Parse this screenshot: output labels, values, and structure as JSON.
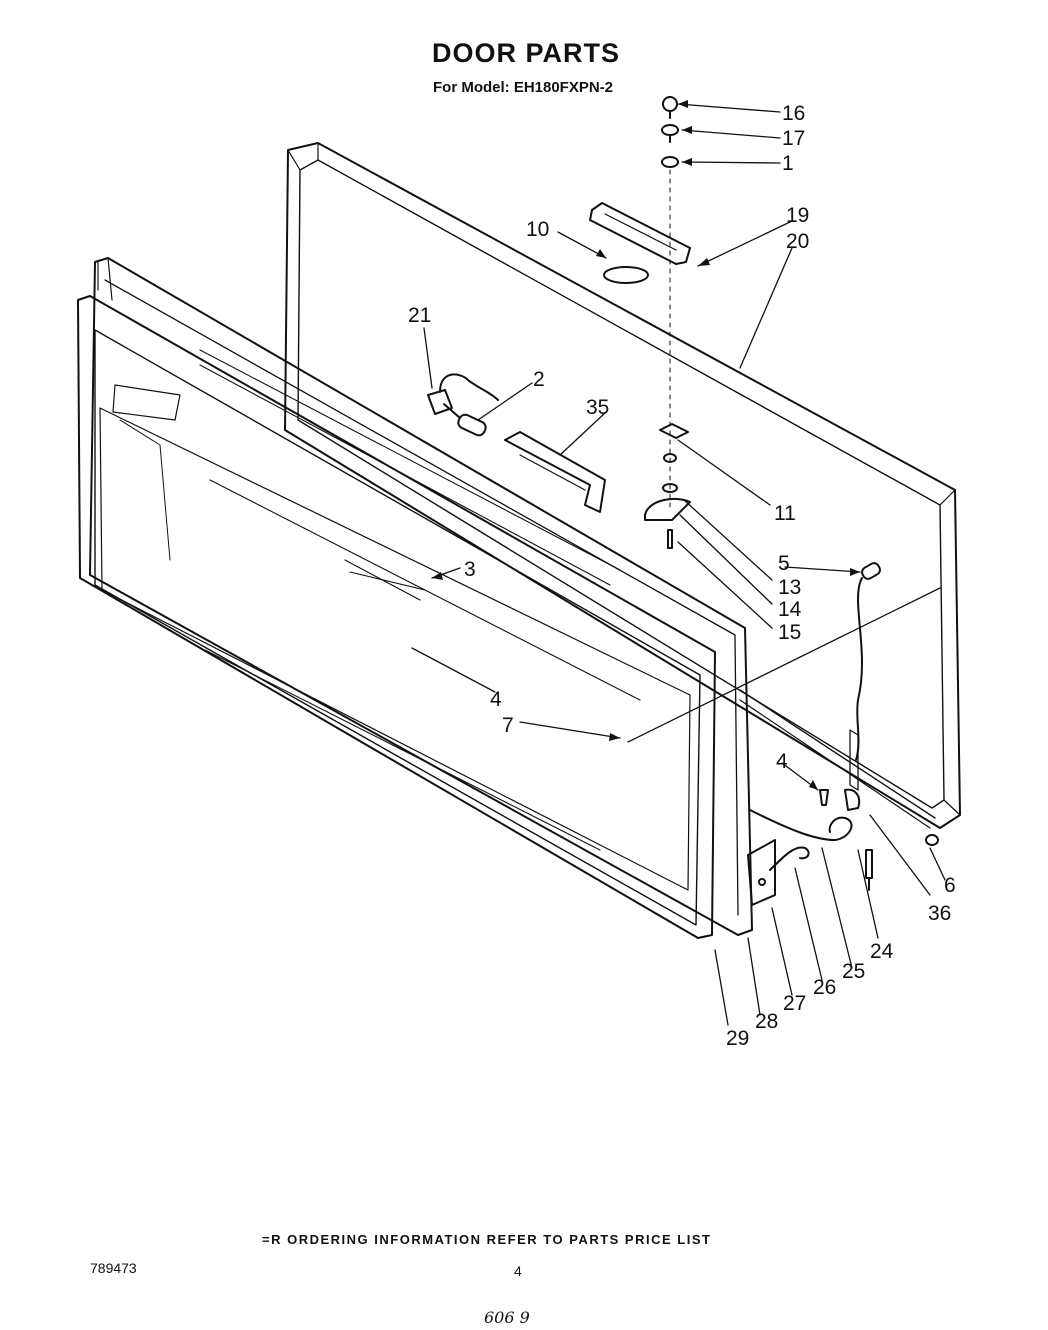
{
  "header": {
    "title": "DOOR PARTS",
    "subtitle": "For Model: EH180FXPN-2"
  },
  "callouts": [
    "16",
    "17",
    "1",
    "19",
    "20",
    "10",
    "21",
    "2",
    "35",
    "11",
    "13",
    "14",
    "15",
    "5",
    "3",
    "4",
    "7",
    "4",
    "6",
    "36",
    "24",
    "25",
    "26",
    "27",
    "28",
    "29"
  ],
  "footer": {
    "ordering_note": "=R ORDERING  INFORMATION REFER TO PARTS PRICE LIST",
    "document_number": "789473",
    "page_number": "4",
    "handwritten_mark": "606 9"
  }
}
